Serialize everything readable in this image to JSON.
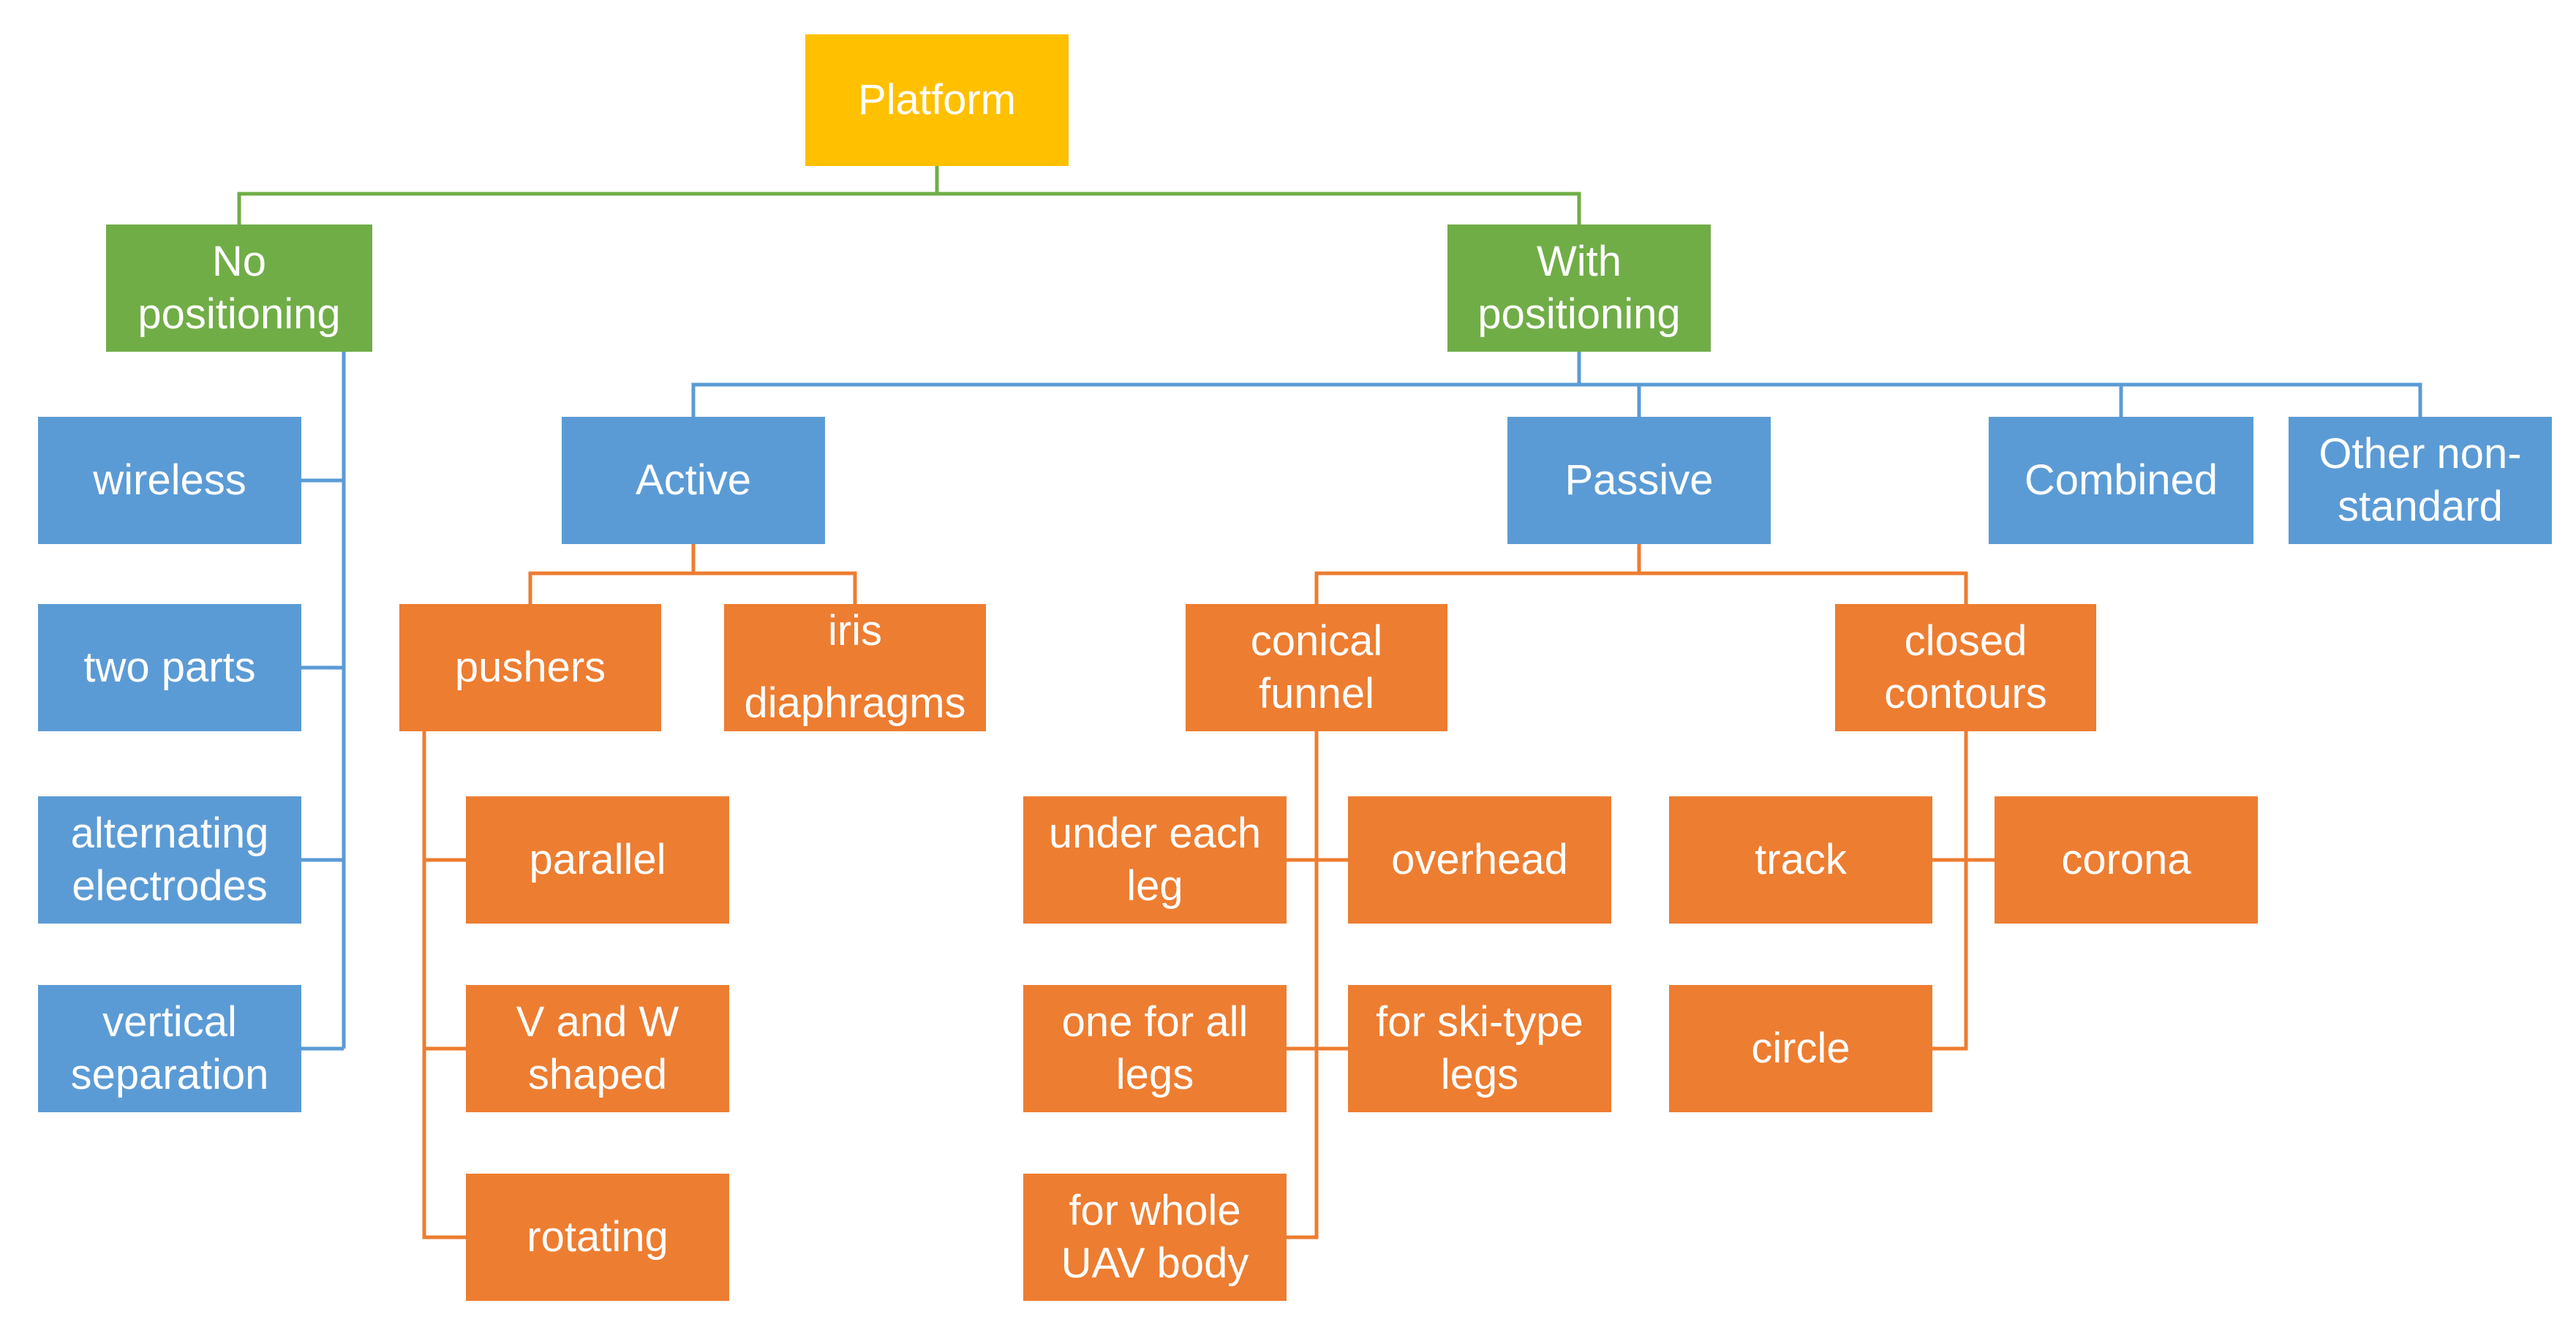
{
  "diagram": {
    "type": "tree-classification-chart",
    "colors": {
      "root_box": "#FFC000",
      "branch_box": "#70AD47",
      "category_box": "#5B9BD5",
      "leaf_box": "#ED7D31",
      "text": "#FFFFFF",
      "background": "#FFFFFF",
      "connector_green": "#70AD47",
      "connector_blue": "#5B9BD5",
      "connector_orange": "#ED7D31"
    },
    "tree": {
      "label": "Platform",
      "children": [
        {
          "label": "No\npositioning",
          "children": [
            {
              "label": "wireless"
            },
            {
              "label": "two parts"
            },
            {
              "label": "alternating\nelectrodes"
            },
            {
              "label": "vertical\nseparation"
            }
          ]
        },
        {
          "label": "With\npositioning",
          "children": [
            {
              "label": "Active",
              "children": [
                {
                  "label": "pushers",
                  "children": [
                    {
                      "label": "parallel"
                    },
                    {
                      "label": "V and W\nshaped"
                    },
                    {
                      "label": "rotating"
                    }
                  ]
                },
                {
                  "label": "iris\ndiaphragms"
                }
              ]
            },
            {
              "label": "Passive",
              "children": [
                {
                  "label": "conical\nfunnel",
                  "children": [
                    {
                      "label": "under each\nleg"
                    },
                    {
                      "label": "overhead"
                    },
                    {
                      "label": "one for all\nlegs"
                    },
                    {
                      "label": "for ski-type\nlegs"
                    },
                    {
                      "label": "for whole\nUAV body"
                    }
                  ]
                },
                {
                  "label": "closed\ncontours",
                  "children": [
                    {
                      "label": "track"
                    },
                    {
                      "label": "corona"
                    },
                    {
                      "label": "circle"
                    }
                  ]
                }
              ]
            },
            {
              "label": "Combined"
            },
            {
              "label": "Other non-\nstandard"
            }
          ]
        }
      ]
    }
  }
}
